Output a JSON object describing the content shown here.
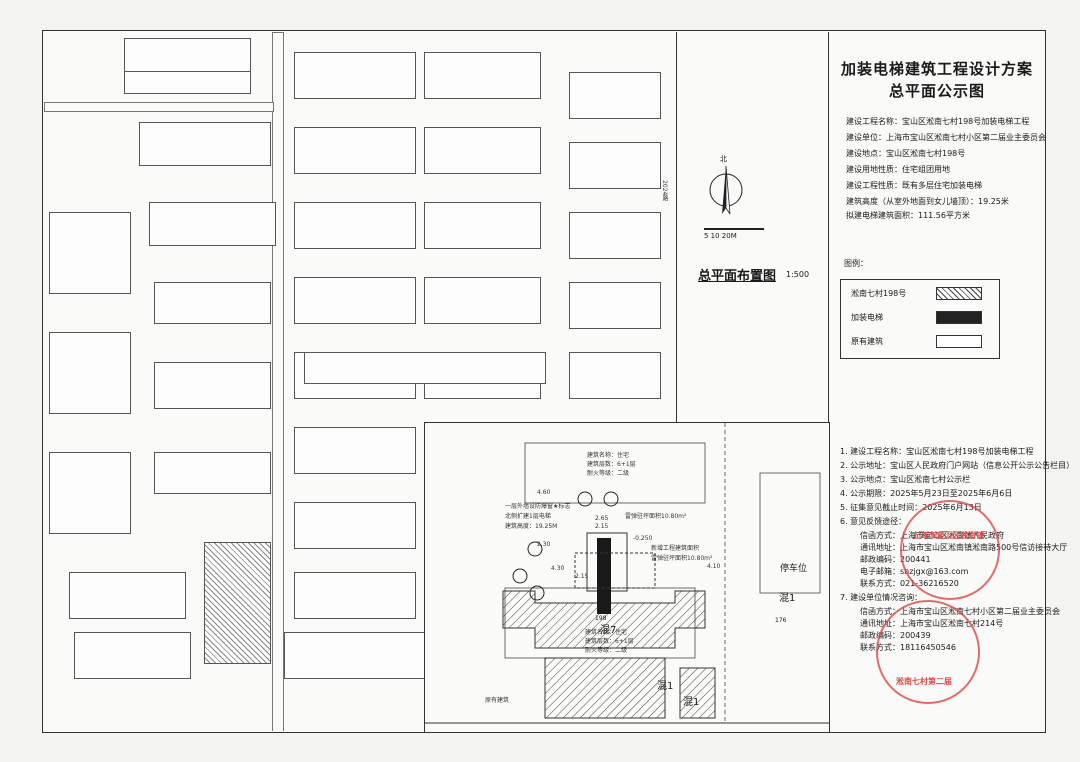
{
  "sheet": {
    "title_line1": "加装电梯建筑工程设计方案",
    "title_line2": "总平面公示图",
    "info": [
      "建设工程名称：宝山区淞南七村198号加装电梯工程",
      "建设单位：上海市宝山区淞南七村小区第二届业主委员会",
      "建设地点：宝山区淞南七村198号",
      "建设用地性质：住宅组团用地",
      "建设工程性质：既有多层住宅加装电梯",
      "建筑高度（从室外地面到女儿墙顶）：19.25米",
      "拟建电梯建筑面积：111.56平方米"
    ],
    "legend_heading": "图例：",
    "legend": [
      {
        "label": "淞南七村198号",
        "pattern": "hatch"
      },
      {
        "label": "加装电梯",
        "pattern": "solid"
      },
      {
        "label": "原有建筑",
        "pattern": "empty"
      }
    ],
    "north_label": "北",
    "scale_bar": "5 10 20M",
    "plan_title": "总平面布置图",
    "plan_scale": "1:500",
    "road_label": "2024路"
  },
  "notice": {
    "items": [
      "1. 建设工程名称：宝山区淞南七村198号加装电梯工程",
      "2. 公示地址：宝山区人民政府门户网站（信息公开公示公告栏目）",
      "3. 公示地点：宝山区淞南七村公示栏",
      "4. 公示期限：2025年5月23日至2025年6月6日",
      "5. 征集意见截止时间：2025年6月13日",
      "6. 意见反馈途径：",
      "信函方式：上海市宝山区淞南镇人民政府",
      "通讯地址：上海市宝山区淞南镇淞南路500号信访接待大厅",
      "邮政编码：200441",
      "电子邮箱：snzjgx@163.com",
      "联系方式：021-36216520",
      "7. 建设单位情况咨询：",
      "信函方式：上海市宝山区淞南七村小区第二届业主委员会",
      "通讯地址：上海市宝山区淞南七村214号",
      "邮政编码：200439",
      "联系方式：18116450546"
    ]
  },
  "inset": {
    "bldg_labels": [
      "混7",
      "混1",
      "混1",
      "198",
      "176",
      "混1"
    ],
    "notes": [
      "一层外墙设防爆窗★标志",
      "北侧扩建1层电梯",
      "建筑高度：19.25M",
      "雷弹驻坪面积10.80m²",
      "新增工程建筑面积",
      "雷弹驻坪面积10.80m²"
    ],
    "dims": [
      "2.65",
      "2.15",
      "2.30",
      "4.30",
      "2.15",
      "4.10",
      "4.60"
    ],
    "label_park": "停车位",
    "label_top": "建筑名称：住宅\n建筑层数：6+1层\n耐火等级：二级",
    "label_mid": "建筑名称：住宅\n建筑层数：6+1层\n耐火等级：二级",
    "label_bottom": "原有建筑",
    "elev": "-0.250"
  },
  "stamp": {
    "text1": "上海市宝山区淞南镇",
    "text2": "淞南七村第二届"
  }
}
